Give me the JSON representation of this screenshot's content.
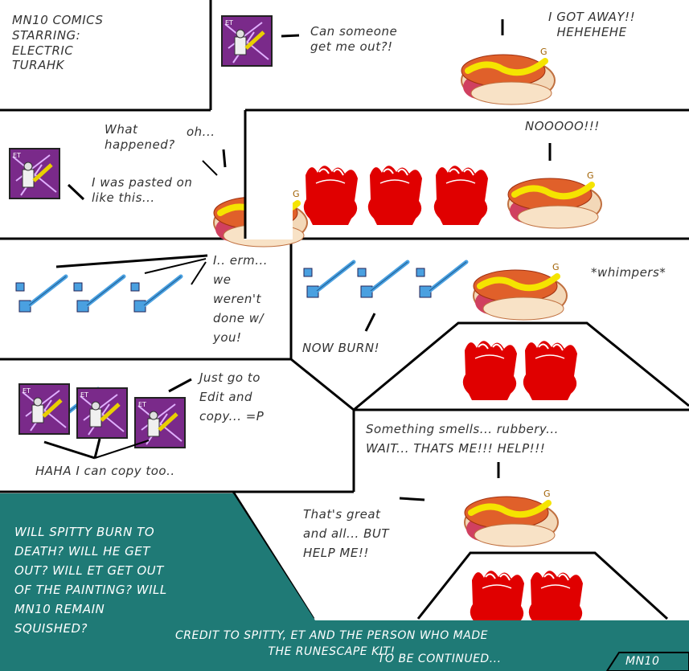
{
  "texts": {
    "title": "MN10 COMICS\nSTARRING:\nELECTRIC\nTURAHK",
    "p2_speech": "Can someone\nget me out?!",
    "p2_hotdog": "I GOT AWAY!!\nHEHEHEHE",
    "p3_what": "What\nhappened?",
    "p3_oh": "oh...",
    "p3_pasted": "I was pasted on\nlike this...",
    "p4_noooo": "NOOOOO!!!",
    "p5_erm": "I.. erm...\nwe\nweren't\ndone w/\nyou!",
    "p6_whimpers": "*whimpers*",
    "p6_burn": "NOW BURN!",
    "p7_edit": "Just go to\nEdit and\ncopy... =P",
    "p7_haha": "HAHA I can copy too..",
    "p8_smells": "Something smells... rubbery...\nWAIT... THATS ME!!! HELP!!!",
    "p8_great": "That's great\nand all... BUT\nHELP ME!!",
    "bottom_question": "WILL SPITTY BURN TO\nDEATH? WILL HE GET\nOUT? WILL ET GET OUT\nOF THE PAINTING? WILL\nMN10 REMAIN\nSQUISHED?",
    "credit": "CREDIT TO SPITTY, ET AND THE PERSON WHO MADE\nTHE RUNESCAPE KIT!",
    "continued": "TO BE CONTINUED...",
    "signature": "MN10"
  },
  "colors": {
    "teal": "#1f7a76",
    "bun": "#f3d8b8",
    "sausage": "#e0602a",
    "mustard": "#f5e400",
    "fire": "#e00000",
    "portrait_bg": "#7a2a8a",
    "sword": "#4aa0e0"
  },
  "icons": [
    "hotdog-icon",
    "fire-icon",
    "portrait-icon",
    "sword-shield-icon"
  ]
}
